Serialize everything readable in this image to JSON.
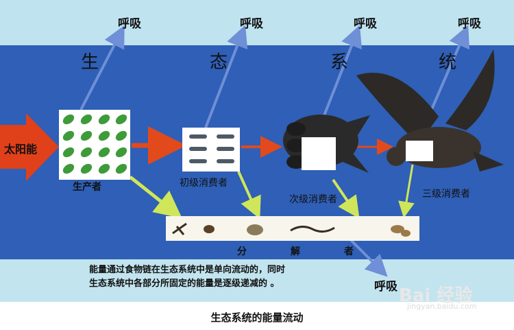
{
  "diagram": {
    "sun_label": "太阳能",
    "respiration_labels": [
      "呼吸",
      "呼吸",
      "呼吸",
      "呼吸",
      "呼吸"
    ],
    "title_chars": [
      "生",
      "态",
      "系",
      "统"
    ],
    "stages": {
      "producer": "生产者",
      "primary": "初级消费者",
      "secondary": "次级消费者",
      "tertiary": "三级消费者"
    },
    "decomposer_chars": [
      "分",
      "解",
      "者"
    ],
    "note_line1": "能量通过食物链在生态系统中是单向流动的，同时",
    "note_line2": "生态系统中各部分所固定的能量是逐级递减的 。",
    "caption": "生态系统的能量流动",
    "watermark": "Bai 经验",
    "watermark_url": "jingyan.baidu.com"
  },
  "colors": {
    "band": "#2f5fb6",
    "sky": "#bfe3ef",
    "arrow_blue": "#6f8fd6",
    "arrow_green": "#cfe65a",
    "arrow_red": "#e24a1c",
    "leaf_green": "#3e9b3a"
  }
}
